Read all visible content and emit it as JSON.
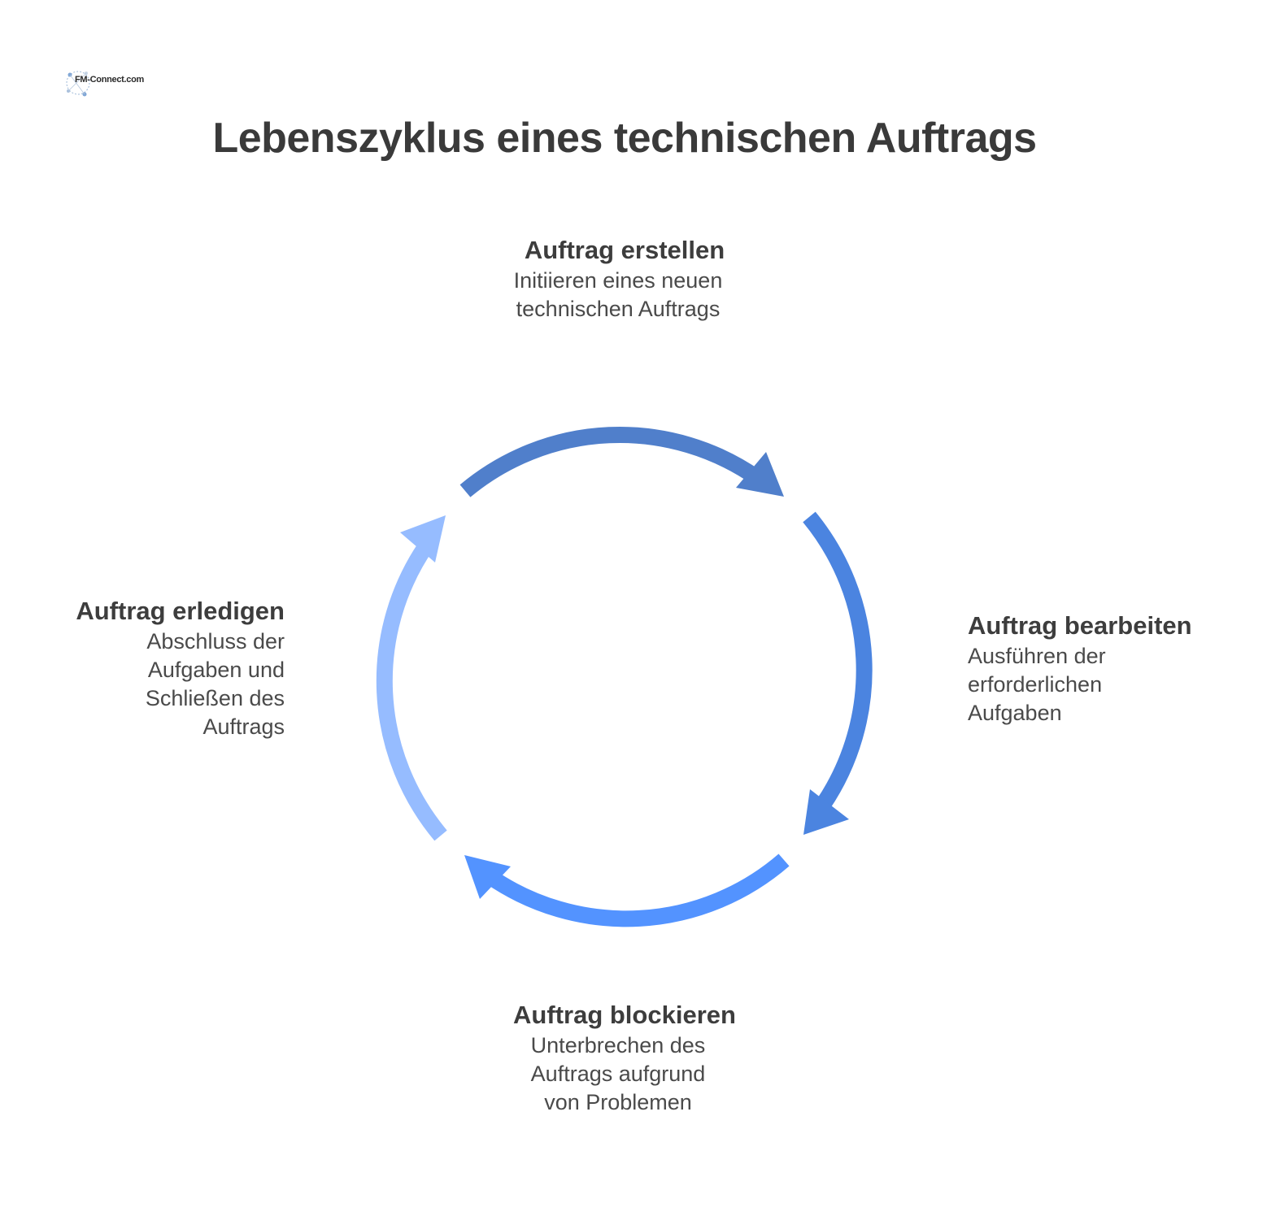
{
  "logo": {
    "text": "FM-Connect.com",
    "icon": "fm-connect-logo-icon"
  },
  "title": "Lebenszyklus eines technischen Auftrags",
  "colors": {
    "arrow_top": "#507fcb",
    "arrow_right": "#4b84e0",
    "arrow_bottom": "#5393ff",
    "arrow_left": "#96bcff",
    "title_text": "#3a3a3a",
    "body_text": "#4a4a4a"
  },
  "steps": {
    "top": {
      "title": "Auftrag erstellen",
      "description": "Initiieren eines neuen technischen Auftrags"
    },
    "right": {
      "title": "Auftrag bearbeiten",
      "description": "Ausführen der erforderlichen Aufgaben"
    },
    "bottom": {
      "title": "Auftrag blockieren",
      "description": "Unterbrechen des Auftrags aufgrund von Problemen"
    },
    "left": {
      "title": "Auftrag erledigen",
      "description": "Abschluss der Aufgaben und Schließen des Auftrags"
    }
  }
}
